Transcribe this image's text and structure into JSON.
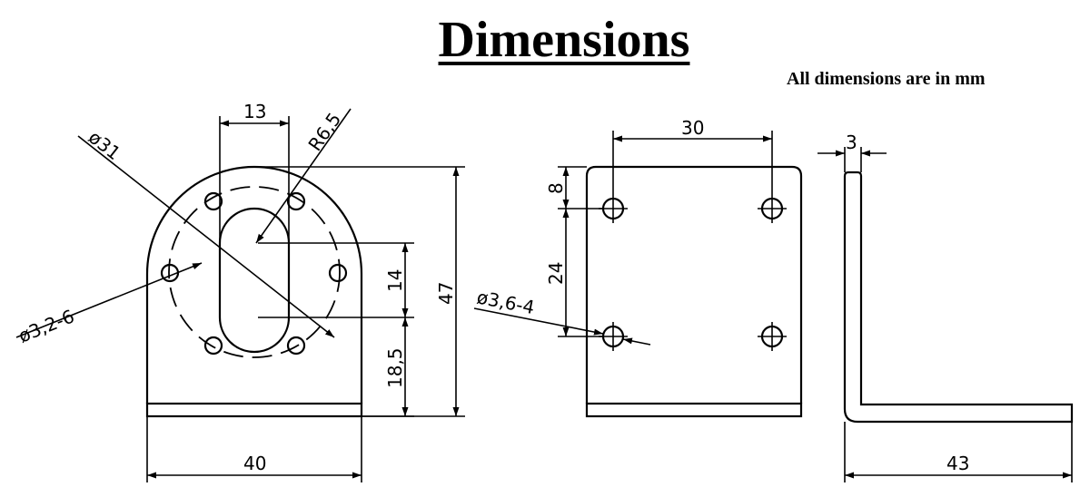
{
  "title": "Dimensions",
  "unit_note": "All dimensions are in mm",
  "front_view": {
    "dim_slot_width": "13",
    "dim_outer_diameter": "ø31",
    "dim_radius": "R6,5",
    "dim_small_holes": "ø3,2-6",
    "dim_slot_length": "14",
    "dim_total_height": "47",
    "dim_bottom_offset": "18,5",
    "dim_width": "40"
  },
  "side_view": {
    "dim_hole_spacing_x": "30",
    "dim_top_offset": "8",
    "dim_hole_spacing_y": "24",
    "dim_mount_holes": "ø3,6-4"
  },
  "profile_view": {
    "dim_thickness": "3",
    "dim_leg_length": "43"
  }
}
